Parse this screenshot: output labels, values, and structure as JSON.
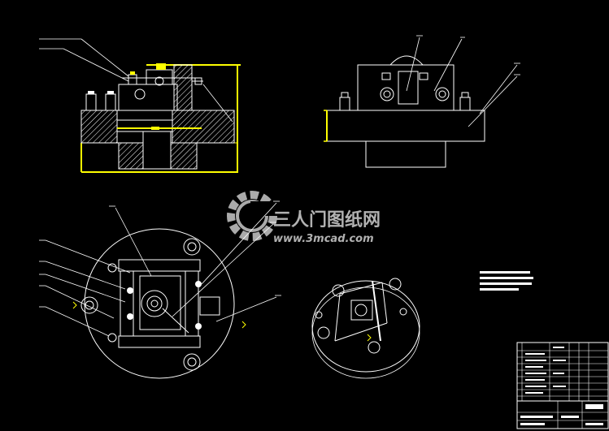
{
  "colors": {
    "background": "#000000",
    "line": "#ffffff",
    "highlight": "#ffff00",
    "watermark": "#c8c8c8"
  },
  "watermark": {
    "brand": "三人门图纸网",
    "url": "www.3mcad.com"
  },
  "views": {
    "front_section": "front sectional view of fixture",
    "side_view": "side elevation view",
    "plan_view": "top plan view",
    "isometric": "isometric view"
  }
}
